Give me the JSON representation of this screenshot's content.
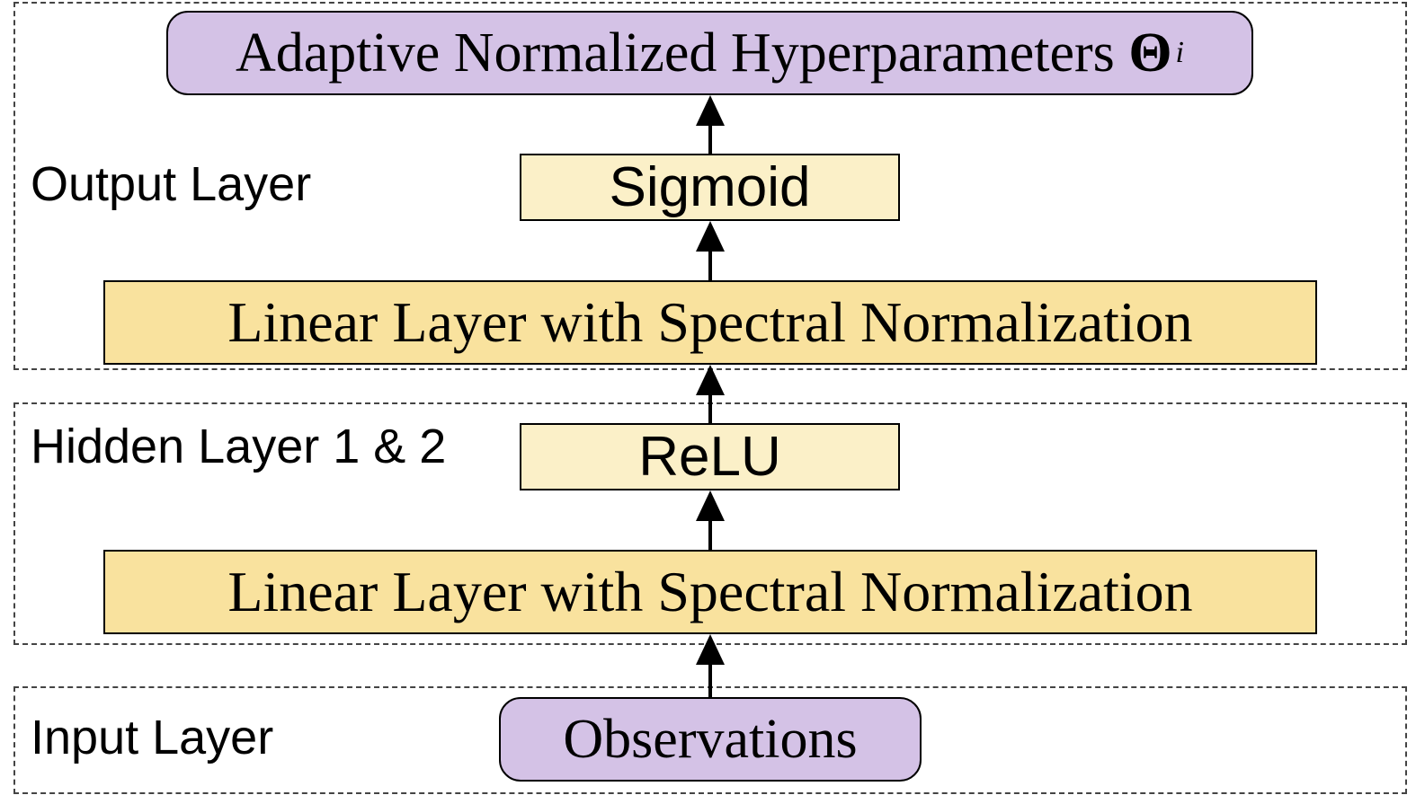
{
  "regions": {
    "output_label": "Output Layer",
    "hidden_label": "Hidden Layer 1 & 2",
    "input_label": "Input Layer"
  },
  "nodes": {
    "output_hyperparams_text": "Adaptive Normalized Hyperparameters ",
    "output_symbol": "Θ",
    "output_superscript": "i",
    "sigmoid": "Sigmoid",
    "linear_output": "Linear Layer with Spectral Normalization",
    "relu": "ReLU",
    "linear_hidden": "Linear Layer with Spectral Normalization",
    "observations": "Observations"
  },
  "colors": {
    "io_box": "#d4c2e6",
    "linear_box": "#f9e29e",
    "activation_box": "#fbf0c8"
  }
}
